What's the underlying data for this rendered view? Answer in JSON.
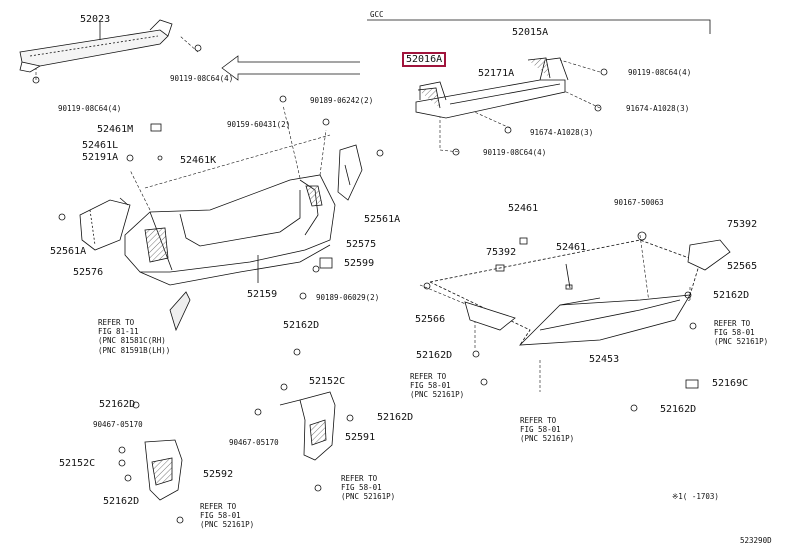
{
  "labels": {
    "p52023": "52023",
    "p90119_left": "90119-08C64(4)",
    "p52461M": "52461M",
    "p52461L": "52461L",
    "p52191A": "52191A",
    "p52461K": "52461K",
    "p90189_06242": "90189-06242(2)",
    "p90159_60431": "90159-60431(2)",
    "p52561A_left": "52561A",
    "p52576": "52576",
    "p52561A_right": "52561A",
    "p52575": "52575",
    "p52599": "52599",
    "p52159": "52159",
    "p90189_06029": "90189-06029(2)",
    "gcc": "GCC",
    "p52015A": "52015A",
    "p52016A": "52016A",
    "p52171A": "52171A",
    "p90119_top": "90119-08C64(4)",
    "p91674": "91674-A1028(3)",
    "p91674_b": "91674-A1028(3)",
    "p90119_mid": "90119-08C64(4)",
    "p52461_a": "52461",
    "p90167": "90167-50063",
    "p75392_r": "75392",
    "p52461_b": "52461",
    "p75392_m": "75392",
    "p52565": "52565",
    "p52162D_r1": "52162D",
    "p52566": "52566",
    "p52162D_m": "52162D",
    "p52453": "52453",
    "p52169C": "52169C",
    "p52162D_r2": "52162D",
    "p52162D_c": "52162D",
    "p52152C_c": "52152C",
    "p52162D_c2": "52162D",
    "p90467_c": "90467-05170",
    "p52591": "52591",
    "p52162D_l": "52162D",
    "p90467_l": "90467-05170",
    "p52152C_l": "52152C",
    "p52592": "52592",
    "p52162D_l2": "52162D",
    "footnote": "※1(   -1703)",
    "diagram_id": "523290D"
  },
  "refs": {
    "ref_fig81": "REFER TO\nFIG 81-11\n(PNC 81581C(RH)\n(PNC 81591B(LH))",
    "ref_58_mid": "REFER TO\nFIG 58-01\n(PNC 52161P)",
    "ref_58_right": "REFER TO\nFIG 58-01\n(PNC 52161P)",
    "ref_58_bottom_right": "REFER TO\nFIG 58-01\n(PNC 52161P)",
    "ref_58_center": "REFER TO\nFIG 58-01\n(PNC 52161P)",
    "ref_58_left": "REFER TO\nFIG 58-01\n(PNC 52161P)"
  },
  "colors": {
    "line": "#111111",
    "highlight": "#a0143c",
    "shade": "#9a9a9a"
  }
}
